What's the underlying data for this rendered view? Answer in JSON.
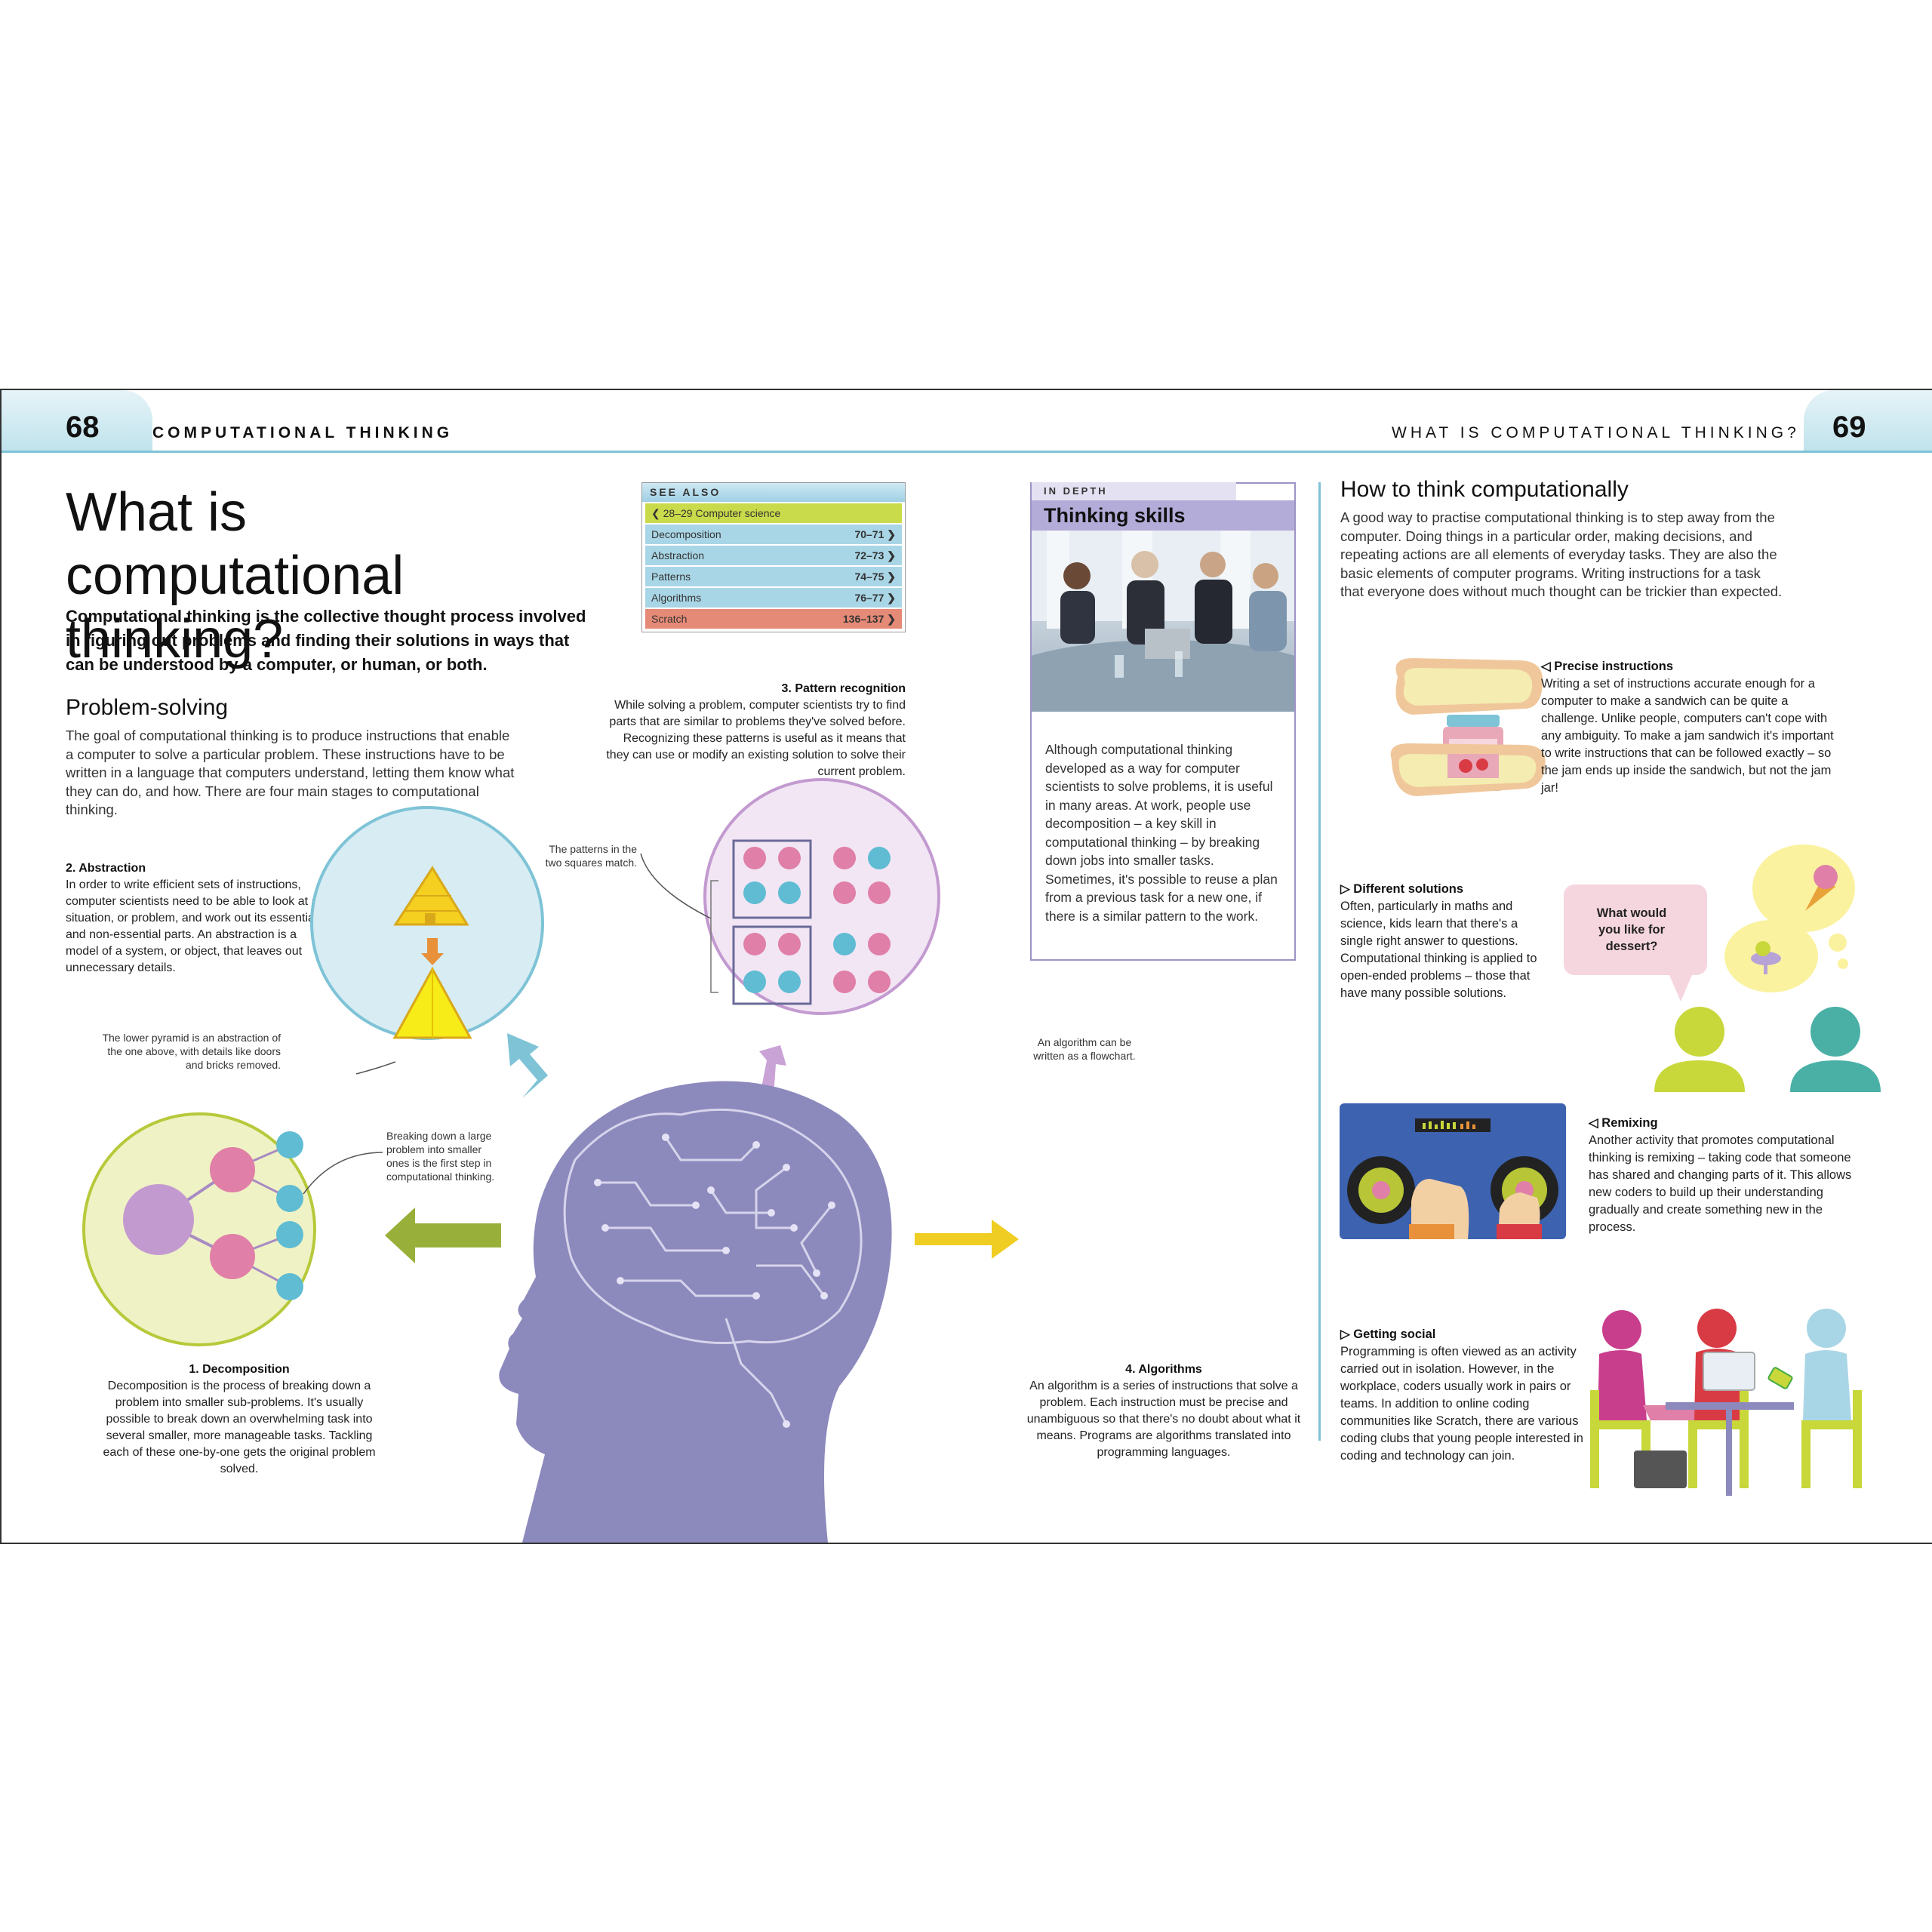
{
  "header": {
    "left_page_number": "68",
    "left_running_head": "COMPUTATIONAL THINKING",
    "right_page_number": "69",
    "right_running_head": "WHAT IS COMPUTATIONAL THINKING?"
  },
  "title_line1": "What is computational",
  "title_line2": "thinking?",
  "intro": "Computational thinking is the collective thought process involved in figuring out problems and finding their solutions in ways that can be understood by a computer, or human, or both.",
  "problem_solving": {
    "heading": "Problem-solving",
    "body": "The goal of computational thinking is to produce instructions that enable a computer to solve a particular problem. These instructions have to be written in a language that computers understand, letting them know what they can do, and how. There are four main stages to computational thinking."
  },
  "see_also": {
    "heading": "SEE ALSO",
    "rows": [
      {
        "label": "❮ 28–29  Computer science",
        "pages": "",
        "color": "#c9db4a"
      },
      {
        "label": "Decomposition",
        "pages": "70–71 ❯",
        "color": "#a9d6e6"
      },
      {
        "label": "Abstraction",
        "pages": "72–73 ❯",
        "color": "#a9d6e6"
      },
      {
        "label": "Patterns",
        "pages": "74–75 ❯",
        "color": "#a9d6e6"
      },
      {
        "label": "Algorithms",
        "pages": "76–77 ❯",
        "color": "#a9d6e6"
      },
      {
        "label": "Scratch",
        "pages": "136–137 ❯",
        "color": "#e58a76"
      }
    ]
  },
  "stages": {
    "abstraction": {
      "title": "2. Abstraction",
      "body": "In order to write efficient sets of instructions, computer scientists need to be able to look at a situation, or problem, and work out its essential and non-essential parts. An abstraction is a model of a system, or object, that leaves out unnecessary details.",
      "note": "The lower pyramid is an abstraction of the one above, with details like doors and bricks removed."
    },
    "pattern": {
      "title": "3. Pattern recognition",
      "body": "While solving a problem, computer scientists try to find parts that are similar to problems they've solved before. Recognizing these patterns is useful as it means that they can use or modify an existing solution to solve their current problem.",
      "note": "The patterns in the two squares match."
    },
    "decomposition": {
      "title": "1. Decomposition",
      "body": "Decomposition is the process of breaking down a problem into smaller sub-problems. It's usually possible to break down an overwhelming task into several smaller, more manageable tasks. Tackling each of these one-by-one gets the original problem solved.",
      "note": "Breaking down a large problem into smaller ones is the first step in computational thinking."
    },
    "algorithms": {
      "title": "4. Algorithms",
      "body": "An algorithm is a series of instructions that solve a problem. Each instruction must be precise and unambiguous so that there's no doubt about what it means. Programs are algorithms translated into programming languages.",
      "note": "An algorithm can be written as a flowchart."
    }
  },
  "in_depth": {
    "tab": "IN DEPTH",
    "title": "Thinking skills",
    "body": "Although computational thinking developed as a way for computer scientists to solve problems, it is useful in many areas. At work, people use decomposition – a key skill in computational thinking – by breaking down jobs into smaller tasks. Sometimes, it's possible to reuse a plan from a previous task for a new one, if there is a similar pattern to the work."
  },
  "how_to": {
    "heading": "How to think computationally",
    "body": "A good way to practise computational thinking is to step away from the computer. Doing things in a particular order, making decisions, and repeating actions are all elements of everyday tasks. They are also the basic elements of computer programs. Writing instructions for a task that everyone does without much thought can be trickier than expected."
  },
  "sidebars": {
    "precise": {
      "title": "◁ Precise instructions",
      "body": "Writing a set of instructions accurate enough for a computer to make a sandwich can be quite a challenge. Unlike people, computers can't cope with any ambiguity. To make a jam sandwich it's important to write instructions that can be followed exactly – so the jam ends up inside the sandwich, but not the jam jar!"
    },
    "different": {
      "title": "▷ Different solutions",
      "body": "Often, particularly in maths and science, kids learn that there's a single right answer to questions. Computational thinking is applied to open-ended problems – those that have many possible solutions.",
      "bubble": "What would you like for dessert?"
    },
    "remixing": {
      "title": "◁ Remixing",
      "body": "Another activity that promotes computational thinking is remixing – taking code that someone has shared and changing parts of it. This allows new coders to build up their understanding gradually and create something new in the process."
    },
    "social": {
      "title": "▷ Getting social",
      "body": "Programming is often viewed as an activity carried out in isolation. However, in the workplace, coders usually work in pairs or teams. In addition to online coding communities like Scratch, there are various coding clubs that young people interested in coding and technology can join."
    }
  },
  "colors": {
    "accent": "#7ec3d6",
    "head": "#8c89bd",
    "pink": "#e07fa7",
    "blue": "#5fbcd3",
    "purple_circle": "#c39ad0",
    "lime": "#c8d73a",
    "yellow": "#f5e64a"
  }
}
